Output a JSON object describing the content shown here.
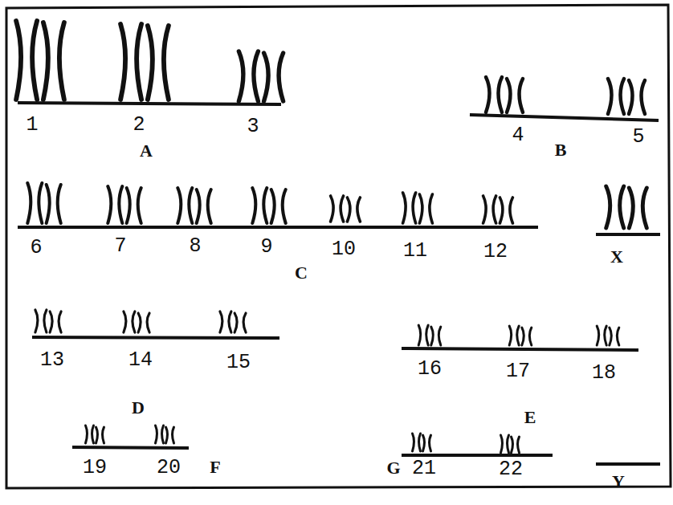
{
  "diagram": {
    "labels": [
      "1",
      "2",
      "3",
      "4",
      "5",
      "A",
      "B",
      "6",
      "7",
      "8",
      "9",
      "10",
      "11",
      "12",
      "X",
      "C",
      "13",
      "14",
      "15",
      "16",
      "17",
      "18",
      "D",
      "E",
      "19",
      "20",
      "F",
      "G",
      "21",
      "22",
      "Y"
    ]
  }
}
